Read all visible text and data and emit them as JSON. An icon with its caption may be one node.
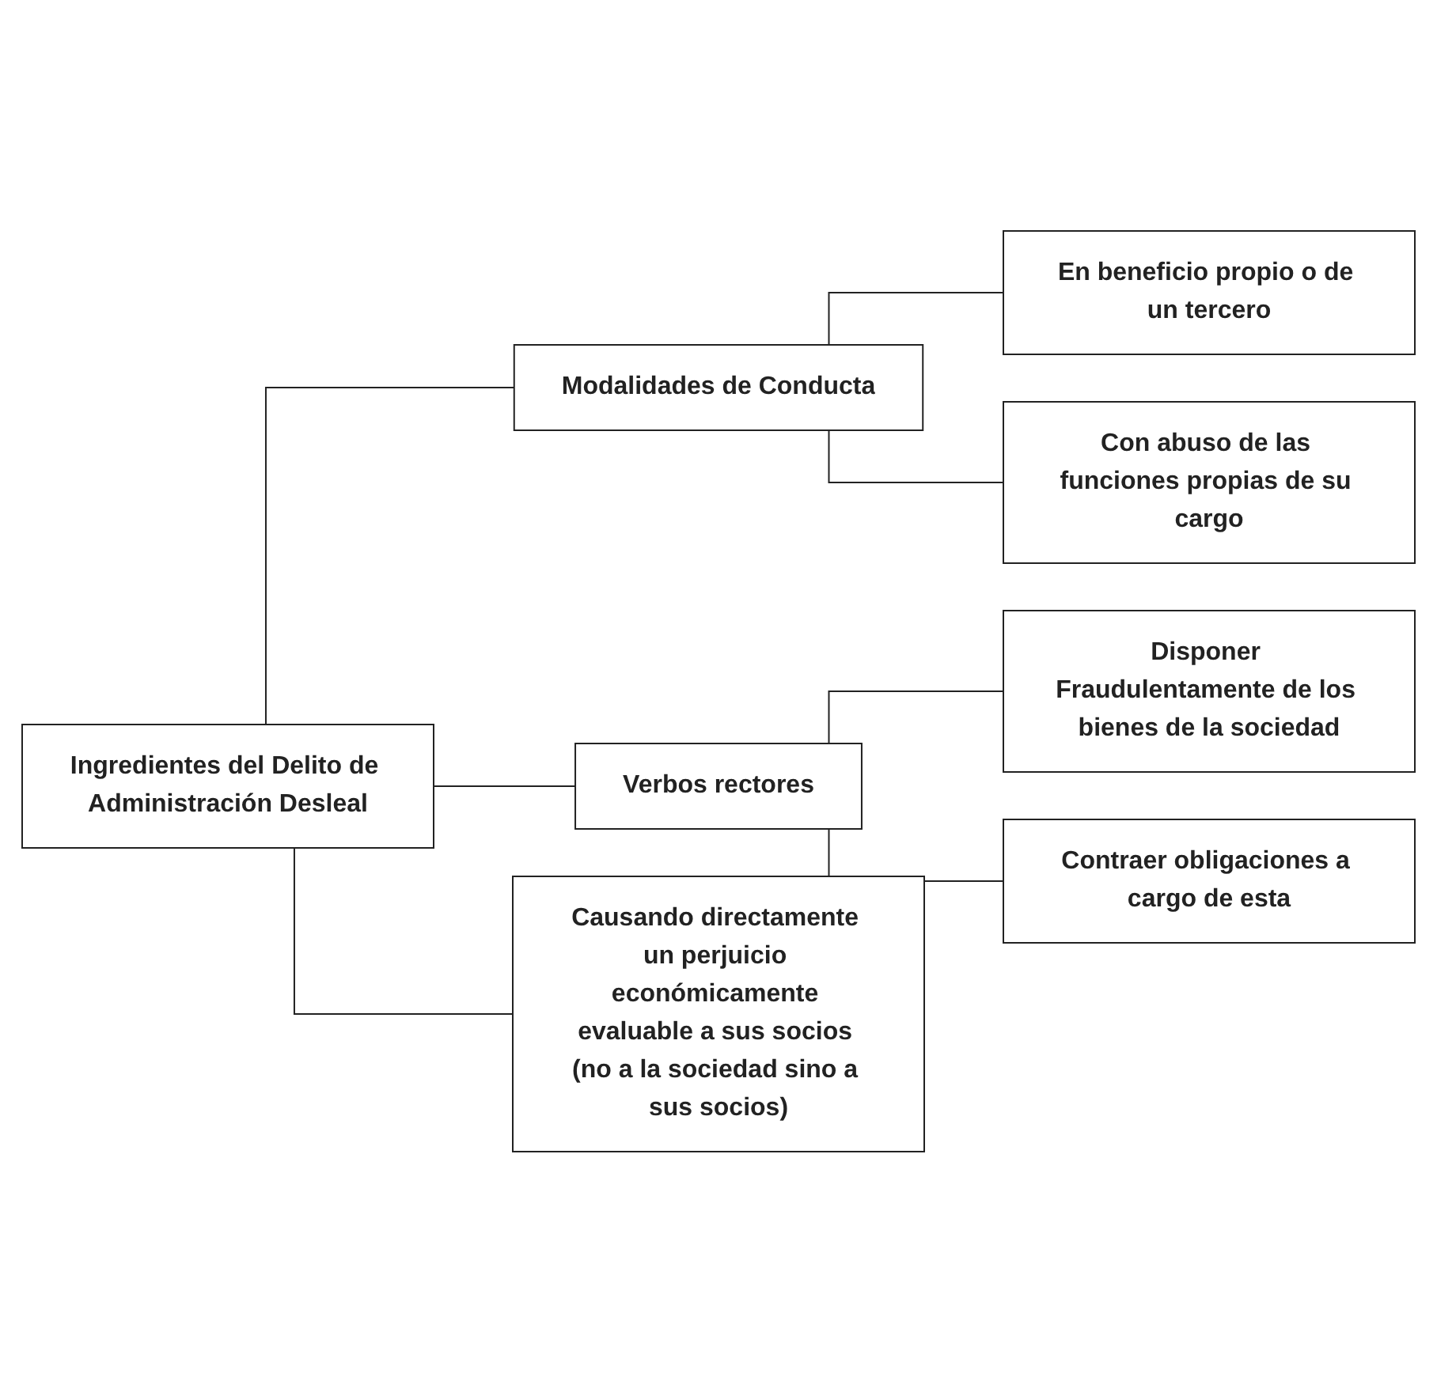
{
  "diagram": {
    "nodes": [
      {
        "text": [
          "Ingredientes del Delito de Administración Desleal"
        ]
      },
      {
        "text": [
          "Modalidades de Conducta"
        ]
      },
      {
        "text": [
          "En beneficio propio o de un tercero"
        ]
      },
      {
        "text": [
          "Con abuso de las funciones propias de su cargo"
        ]
      },
      {
        "text": [
          "Verbos rectores"
        ]
      },
      {
        "text": [
          "Disponer Fraudulentamente de los bienes de la sociedad"
        ]
      },
      {
        "text": [
          "Contraer obligaciones a cargo de esta"
        ]
      },
      {
        "text": [
          "Causando directamente un perjuicio económicamente evaluable a sus socios (no a la sociedad sino a sus socios)"
        ]
      }
    ],
    "edges": [
      {
        "from": 0,
        "to": 1,
        "arrow": "none"
      },
      {
        "from": 0,
        "to": 4,
        "arrow": "none"
      },
      {
        "from": 0,
        "to": 7,
        "arrow": "none"
      },
      {
        "from": 1,
        "to": 2,
        "arrow": "none"
      },
      {
        "from": 1,
        "to": 3,
        "arrow": "none"
      },
      {
        "from": 4,
        "to": 5,
        "arrow": "none"
      },
      {
        "from": 4,
        "to": 6,
        "arrow": "none"
      }
    ]
  }
}
